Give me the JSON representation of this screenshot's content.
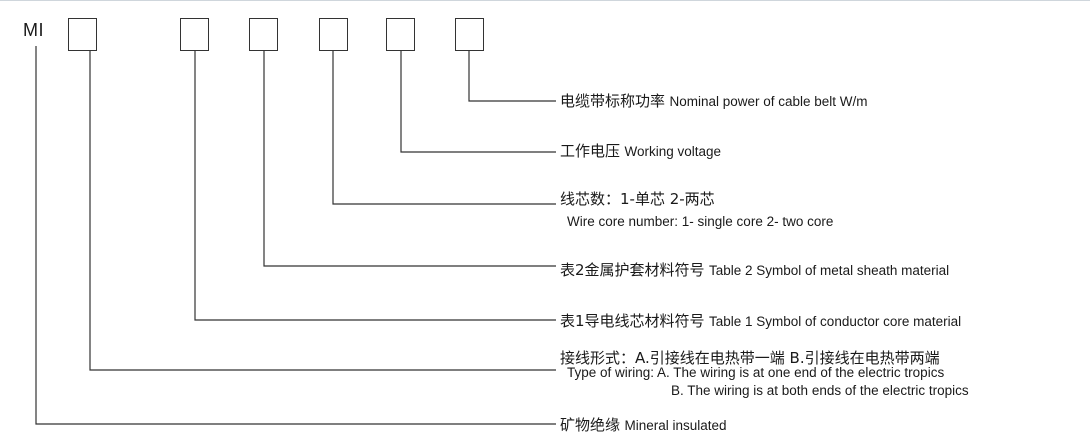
{
  "prefix": "MI",
  "rows": [
    {
      "cn": "电缆带标称功率",
      "en": "Nominal power of cable belt  W/m"
    },
    {
      "cn": "工作电压",
      "en": "Working voltage"
    },
    {
      "cn": "线芯数：1-单芯   2-两芯",
      "en": "",
      "sub": "Wire core number: 1- single core 2- two core"
    },
    {
      "cn": "表2金属护套材料符号",
      "en": "Table 2 Symbol of metal sheath material"
    },
    {
      "cn": "表1导电线芯材料符号",
      "en": "Table 1 Symbol of conductor core material"
    },
    {
      "cn": "接线形式：A.引接线在电热带一端   B.引接线在电热带两端",
      "en": "",
      "sub": "Type of wiring: A. The wiring is at one end of the electric tropics",
      "sub2": "B. The wiring is at both ends of the electric tropics"
    },
    {
      "cn": "矿物绝缘",
      "en": "Mineral insulated"
    }
  ]
}
